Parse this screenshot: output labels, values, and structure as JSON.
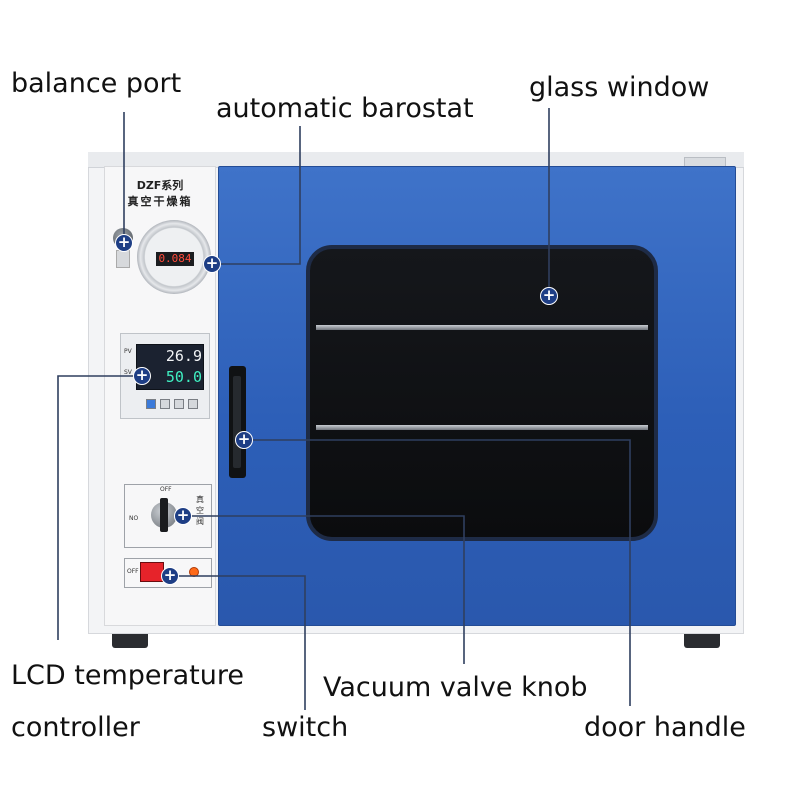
{
  "labels": {
    "balance_port": "balance port",
    "automatic_barostat": "automatic barostat",
    "glass_window": "glass window",
    "lcd_controller_line1": "LCD temperature",
    "lcd_controller_line2": "controller",
    "switch": "switch",
    "vacuum_valve_knob": "Vacuum valve knob",
    "door_handle": "door handle"
  },
  "panel": {
    "model_title": "DZF系列",
    "product_name": "真空干燥箱",
    "barostat_reading": "0.084",
    "pv_tag": "PV",
    "sv_tag": "SV",
    "pv_value": "26.9",
    "sv_value": "50.0",
    "valve_off": "OFF",
    "valve_on": "NO",
    "valve_text": "真空阀",
    "switch_off": "OFF",
    "marker_symbol": "+"
  },
  "colors": {
    "door_blue": "#2d5fb8",
    "marker_blue": "#1e3e85",
    "callout_line": "#2f3f5f",
    "switch_red": "#e6232a",
    "led_orange": "#ff6a18"
  }
}
